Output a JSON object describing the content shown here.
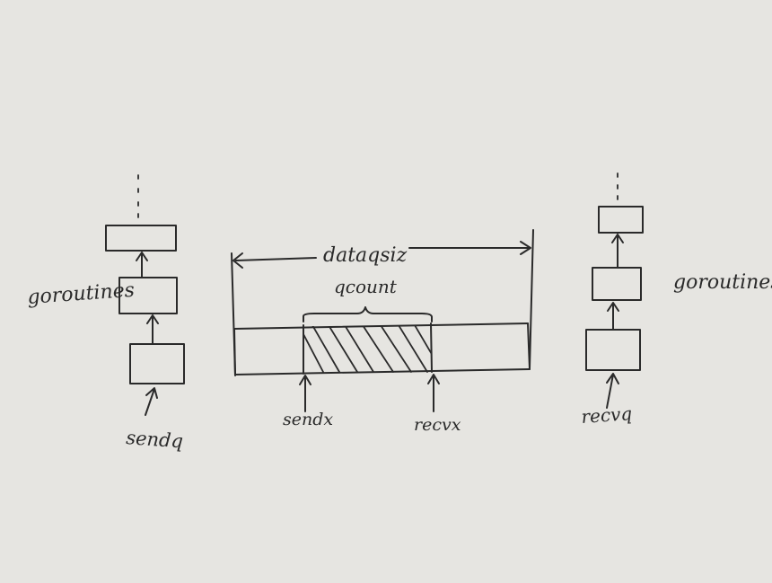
{
  "labels": {
    "dataqsiz": "dataqsiz",
    "qcount": "qcount",
    "sendx": "sendx",
    "recvx": "recvx",
    "goroutines_left": "goroutines",
    "goroutines_right": "goroutines",
    "sendq": "sendq",
    "recvq": "recvq"
  },
  "colors": {
    "paper": "#e6e5e1",
    "ink": "#2a2a2a"
  }
}
